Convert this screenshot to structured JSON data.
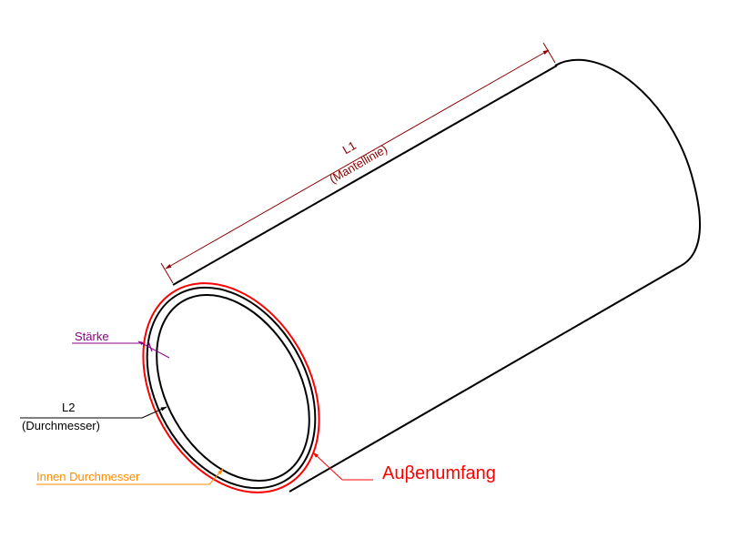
{
  "labels": {
    "l1": "L1",
    "l1_sub": "(Mantellinie)",
    "staerke": "Stärke",
    "l2": "L2",
    "l2_sub": "(Durchmesser)",
    "innen": "Innen Durchmesser",
    "aussen": "Auβenumfang"
  },
  "colors": {
    "outline": "#000000",
    "outer_rim": "#ff0000",
    "dimension_l1": "#8b0000",
    "staerke": "#8b008b",
    "innen": "#ff8c00",
    "aussen": "#ff0000",
    "l2": "#000000"
  }
}
